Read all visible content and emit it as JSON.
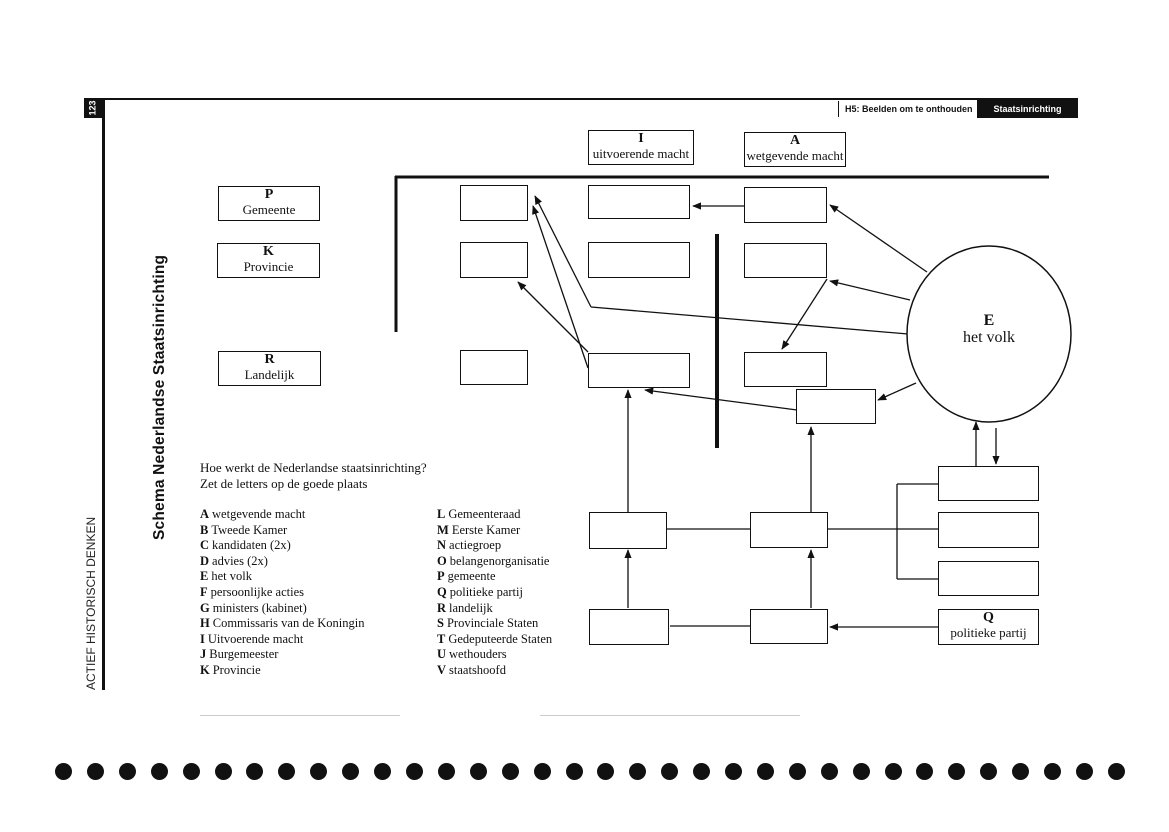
{
  "page_number": "123",
  "series_title": "ACTIEF HISTORISCH DENKEN",
  "side_title": "Schema Nederlandse Staatsinrichting",
  "header": {
    "chapter": "H5: Beelden om te onthouden",
    "section": "Staatsinrichting"
  },
  "top_labels": {
    "I": {
      "letter": "I",
      "text": "uitvoerende macht"
    },
    "A": {
      "letter": "A",
      "text": "wetgevende macht"
    }
  },
  "level_labels": [
    {
      "letter": "P",
      "text": "Gemeente"
    },
    {
      "letter": "K",
      "text": "Provincie"
    },
    {
      "letter": "R",
      "text": "Landelijk"
    }
  ],
  "volk": {
    "letter": "E",
    "text": "het volk"
  },
  "partij": {
    "letter": "Q",
    "text": "politieke partij"
  },
  "question": {
    "line1": "Hoe werkt de Nederlandse staatsinrichting?",
    "line2": "Zet de letters op de goede plaats"
  },
  "legend_left": [
    {
      "letter": "A",
      "text": "wetgevende macht"
    },
    {
      "letter": "B",
      "text": "Tweede Kamer"
    },
    {
      "letter": "C",
      "text": "kandidaten (2x)"
    },
    {
      "letter": "D",
      "text": "advies (2x)"
    },
    {
      "letter": "E",
      "text": "het volk"
    },
    {
      "letter": "F",
      "text": "persoonlijke acties"
    },
    {
      "letter": "G",
      "text": "ministers (kabinet)"
    },
    {
      "letter": "H",
      "text": "Commissaris van de Koningin"
    },
    {
      "letter": "I",
      "text": "Uitvoerende macht"
    },
    {
      "letter": "J",
      "text": "Burgemeester"
    },
    {
      "letter": "K",
      "text": "Provincie"
    }
  ],
  "legend_right": [
    {
      "letter": "L",
      "text": "Gemeenteraad"
    },
    {
      "letter": "M",
      "text": "Eerste Kamer"
    },
    {
      "letter": "N",
      "text": "actiegroep"
    },
    {
      "letter": "O",
      "text": "belangenorganisatie"
    },
    {
      "letter": "P",
      "text": "gemeente"
    },
    {
      "letter": "Q",
      "text": "politieke partij"
    },
    {
      "letter": "R",
      "text": "landelijk"
    },
    {
      "letter": "S",
      "text": "Provinciale Staten"
    },
    {
      "letter": "T",
      "text": "Gedeputeerde Staten"
    },
    {
      "letter": "U",
      "text": "wethouders"
    },
    {
      "letter": "V",
      "text": "staatshoofd"
    }
  ],
  "binding_holes": 34
}
